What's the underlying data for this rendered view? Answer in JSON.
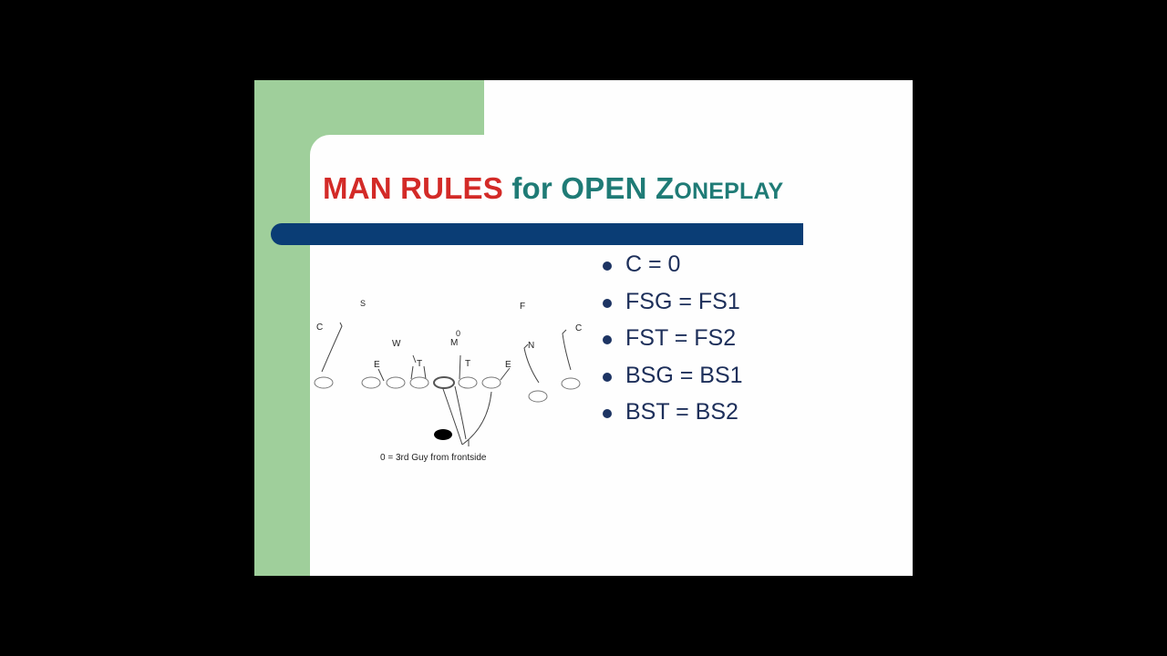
{
  "slide": {
    "title": {
      "part1": "MAN RULES",
      "part2": "for OPEN",
      "part3_initial": "Z",
      "part3_rest": "ONEPLAY"
    },
    "bullets": [
      "C = 0",
      "FSG = FS1",
      "FST = FS2",
      "BSG = BS1",
      "BST = BS2"
    ],
    "diagram": {
      "defenders": {
        "s": "S",
        "f": "F",
        "c_left": "C",
        "c_right": "C",
        "w": "W",
        "m": "M",
        "zero": "0",
        "e_left": "E",
        "t_left": "T",
        "t_right": "T",
        "e_right": "E",
        "n": "N"
      },
      "caption": "0 = 3rd Guy from frontside"
    }
  },
  "colors": {
    "background": "#000000",
    "slide": "#fefefe",
    "green_tab": "#9fcf9b",
    "title_red": "#d32a27",
    "title_teal": "#1f7b76",
    "bar_navy": "#0a3d75",
    "bullet_text": "#1d2f5a"
  }
}
